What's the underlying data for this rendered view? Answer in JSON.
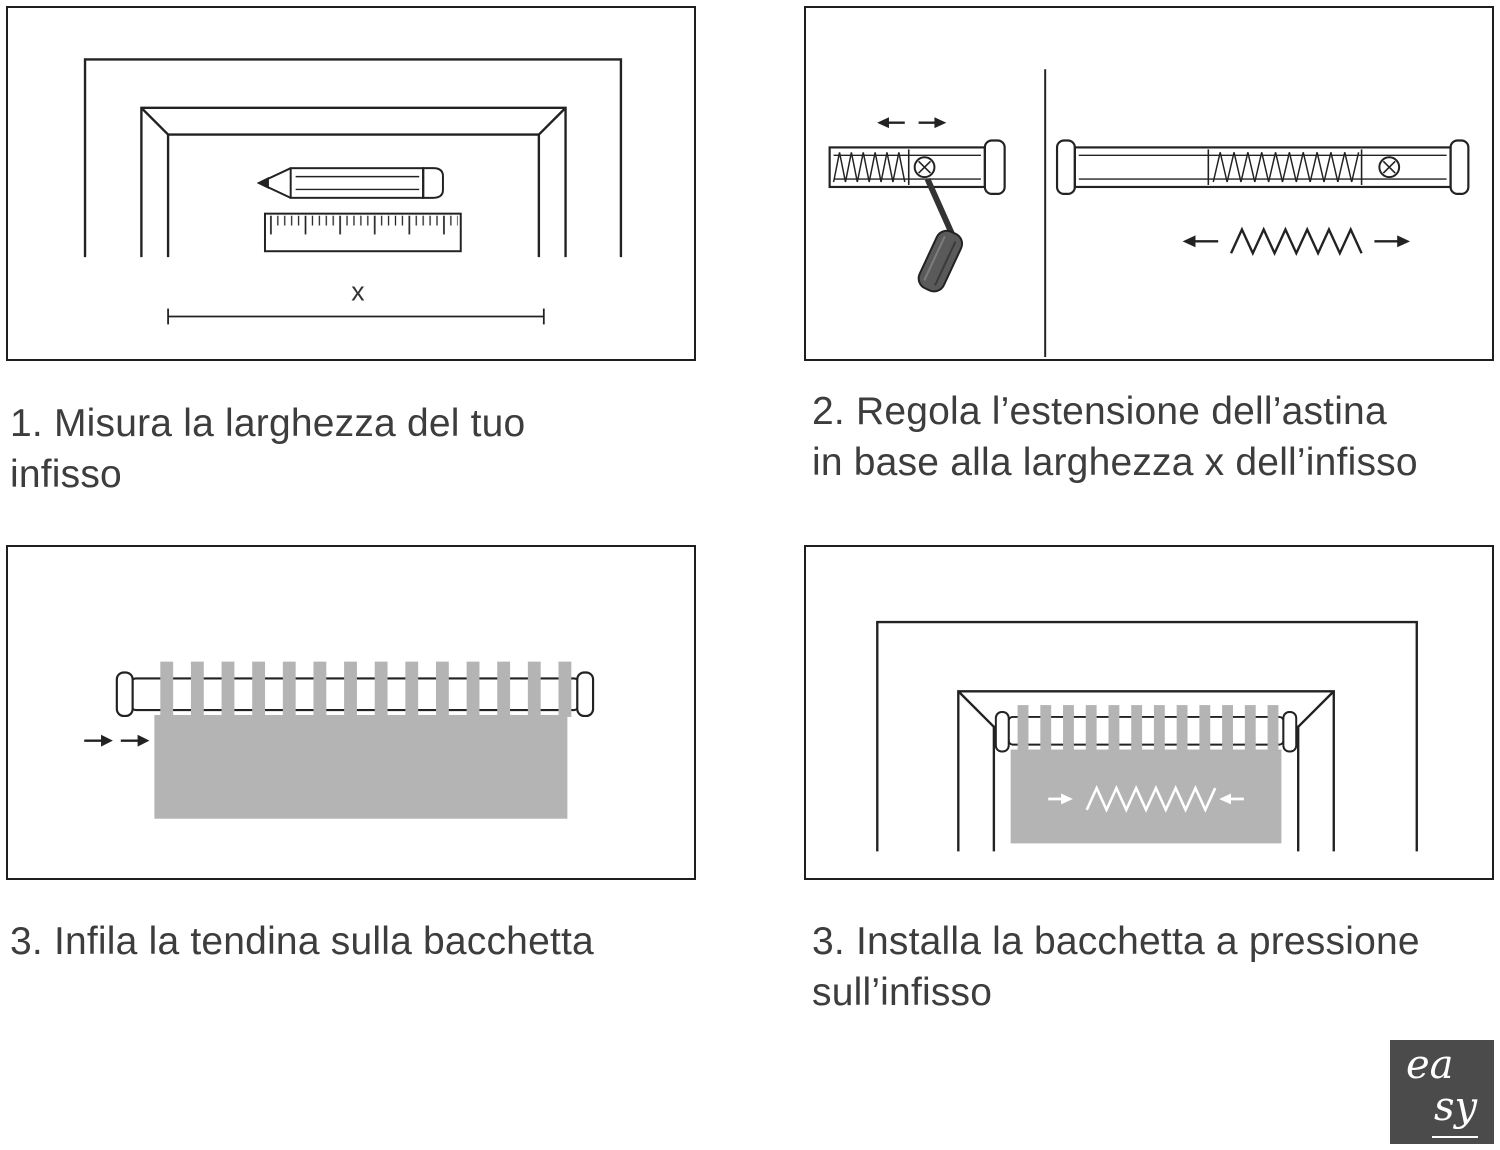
{
  "colors": {
    "outline": "#222222",
    "caption_text": "#3d3d3d",
    "curtain_gray": "#b4b4b4",
    "logo_background": "#4b4b4b",
    "logo_text": "#ffffff"
  },
  "steps": [
    {
      "diagram": "measure-window-width",
      "x_label": "x",
      "caption_lines": [
        "1. Misura la larghezza del tuo",
        "infisso"
      ]
    },
    {
      "diagram": "adjust-rod-extension",
      "caption_lines": [
        "2. Regola l’estensione dell’astina",
        "in base alla larghezza x dell’infisso"
      ]
    },
    {
      "diagram": "thread-curtain-on-rod",
      "caption_lines": [
        "3. Infila la tendina sulla bacchetta"
      ]
    },
    {
      "diagram": "install-rod-on-frame",
      "caption_lines": [
        "3. Installa la bacchetta a pressione",
        "sull’infisso"
      ]
    }
  ],
  "icons": [
    "pencil-icon",
    "ruler-icon",
    "screwdriver-icon",
    "screw-icon",
    "spring-icon",
    "arrow-left-icon",
    "arrow-right-icon",
    "window-frame",
    "curtain",
    "tension-rod"
  ],
  "logo": {
    "top": "ea",
    "bottom": "sy"
  }
}
